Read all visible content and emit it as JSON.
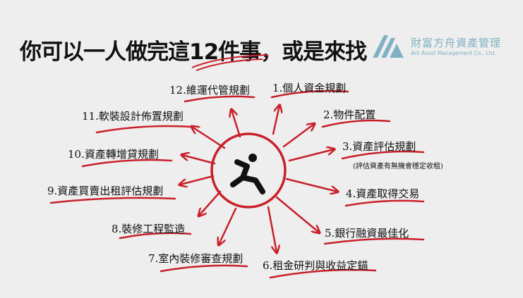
{
  "title": "你可以一人做完這12件事，或是來找",
  "logo": {
    "name_zh": "財富方舟資產管理",
    "name_en": "Ark Asset Management Co., Ltd."
  },
  "colors": {
    "accent": "#c8202a",
    "logo": "#7fb0c4",
    "background": "#eeeeee"
  },
  "center_icon": "running-person-icon",
  "items": [
    {
      "label": "1.個人資金規劃"
    },
    {
      "label": "2.物件配置"
    },
    {
      "label": "3.資產評估規劃",
      "note": "(評估資產有無機會穩定收租)"
    },
    {
      "label": "4.資產取得交易"
    },
    {
      "label": "5.銀行融資最佳化"
    },
    {
      "label": "6.租金研判與收益定錨"
    },
    {
      "label": "7.室內裝修審查規劃"
    },
    {
      "label": "8.裝修工程監造"
    },
    {
      "label": "9.資產買賣出租評估規劃"
    },
    {
      "label": "10.資產轉增貸規劃"
    },
    {
      "label": "11.軟裝設計佈置規劃"
    },
    {
      "label": "12.維運代管規劃"
    }
  ]
}
